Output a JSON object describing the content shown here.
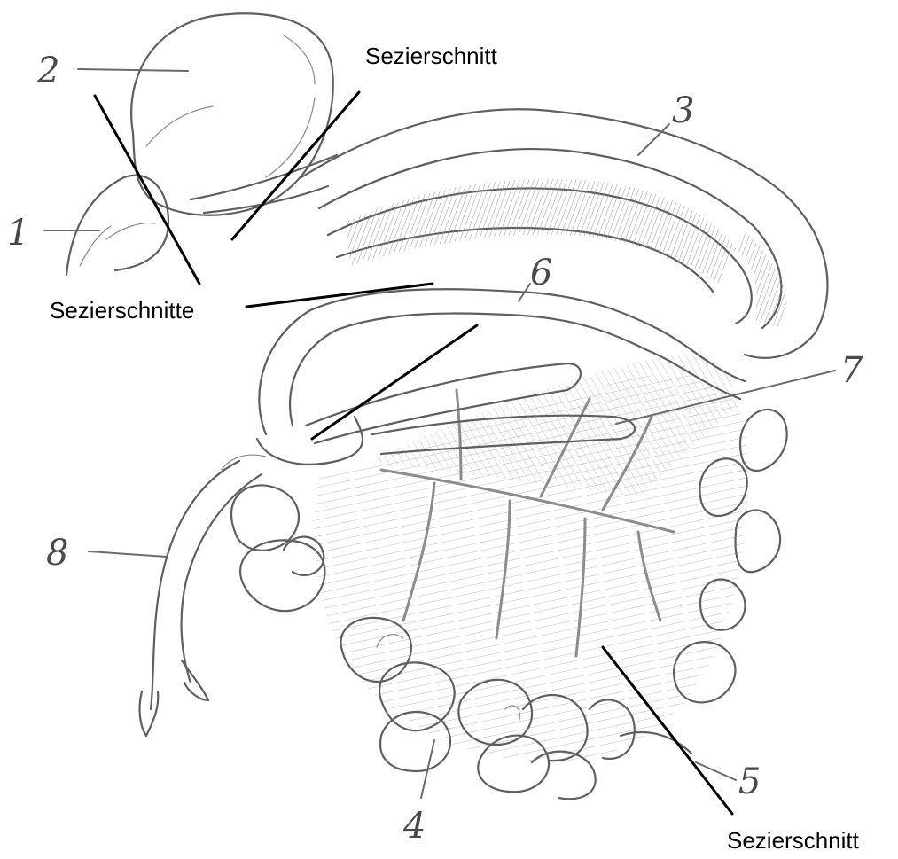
{
  "labels": {
    "cut_top": "Sezierschnitt",
    "cuts_left": "Sezierschnitte",
    "cut_bottom": "Sezierschnitt"
  },
  "numbers": {
    "n1": "1",
    "n2": "2",
    "n3": "3",
    "n4": "4",
    "n5": "5",
    "n6": "6",
    "n7": "7",
    "n8": "8"
  },
  "colors": {
    "leader": "#000000",
    "sketch": "#5f5f5f",
    "background": "#ffffff"
  }
}
